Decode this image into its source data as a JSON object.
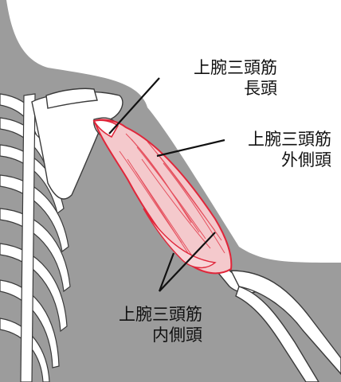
{
  "labels": {
    "long_head": {
      "name": "上腕三頭筋",
      "part": "長頭"
    },
    "lateral_head": {
      "name": "上腕三頭筋",
      "part": "外側頭"
    },
    "medial_head": {
      "name": "上腕三頭筋",
      "part": "内側頭"
    }
  },
  "colors": {
    "background": "#ffffff",
    "body_silhouette": "#9c9c9c",
    "bone_fill": "#ffffff",
    "bone_outline": "#3a3a3a",
    "muscle_fill": "#f4c9cc",
    "muscle_fiber": "#e33a4a",
    "muscle_outline": "#e0263a",
    "highlight": "#bfe8f7",
    "leader_line": "#111111"
  }
}
